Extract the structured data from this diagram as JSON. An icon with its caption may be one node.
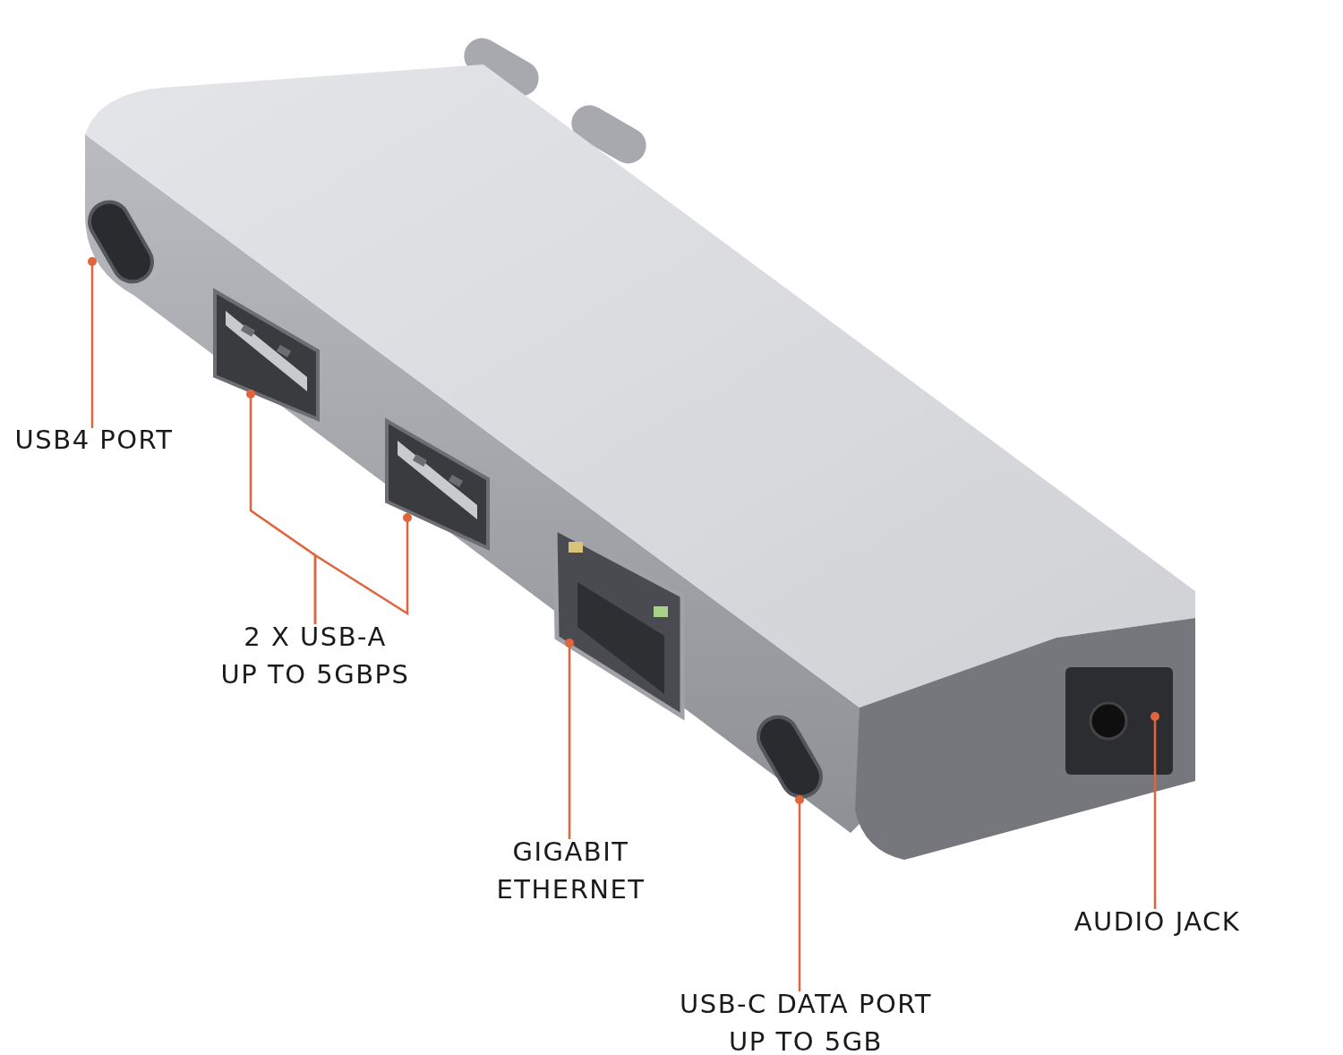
{
  "diagram": {
    "nodes": [
      {
        "text": [
          "USB4 PORT"
        ]
      },
      {
        "text": [
          "2 X USB-A UP TO 5GBPS"
        ]
      },
      {
        "text": [
          "GIGABIT ETHERNET"
        ]
      },
      {
        "text": [
          "AUDIO JACK"
        ]
      },
      {
        "text": [
          "USB-C DATA PORT UP TO 5GB"
        ]
      },
      {
        "text": [],
        "shape": "picture"
      },
      {
        "text": [],
        "shape": "picture"
      },
      {
        "text": [],
        "shape": "picture"
      },
      {
        "text": [],
        "shape": "picture"
      },
      {
        "text": [],
        "shape": "picture"
      },
      {
        "text": [],
        "shape": "picture"
      }
    ],
    "edges": [
      {
        "from": 0,
        "to": 5,
        "arrow": "other"
      },
      {
        "from": 1,
        "to": 6,
        "arrow": "other"
      },
      {
        "from": 1,
        "to": 7,
        "arrow": "other"
      },
      {
        "from": 2,
        "to": 8,
        "arrow": "other"
      },
      {
        "from": 4,
        "to": 9,
        "arrow": "other"
      },
      {
        "from": 3,
        "to": 10,
        "arrow": "other"
      }
    ]
  }
}
